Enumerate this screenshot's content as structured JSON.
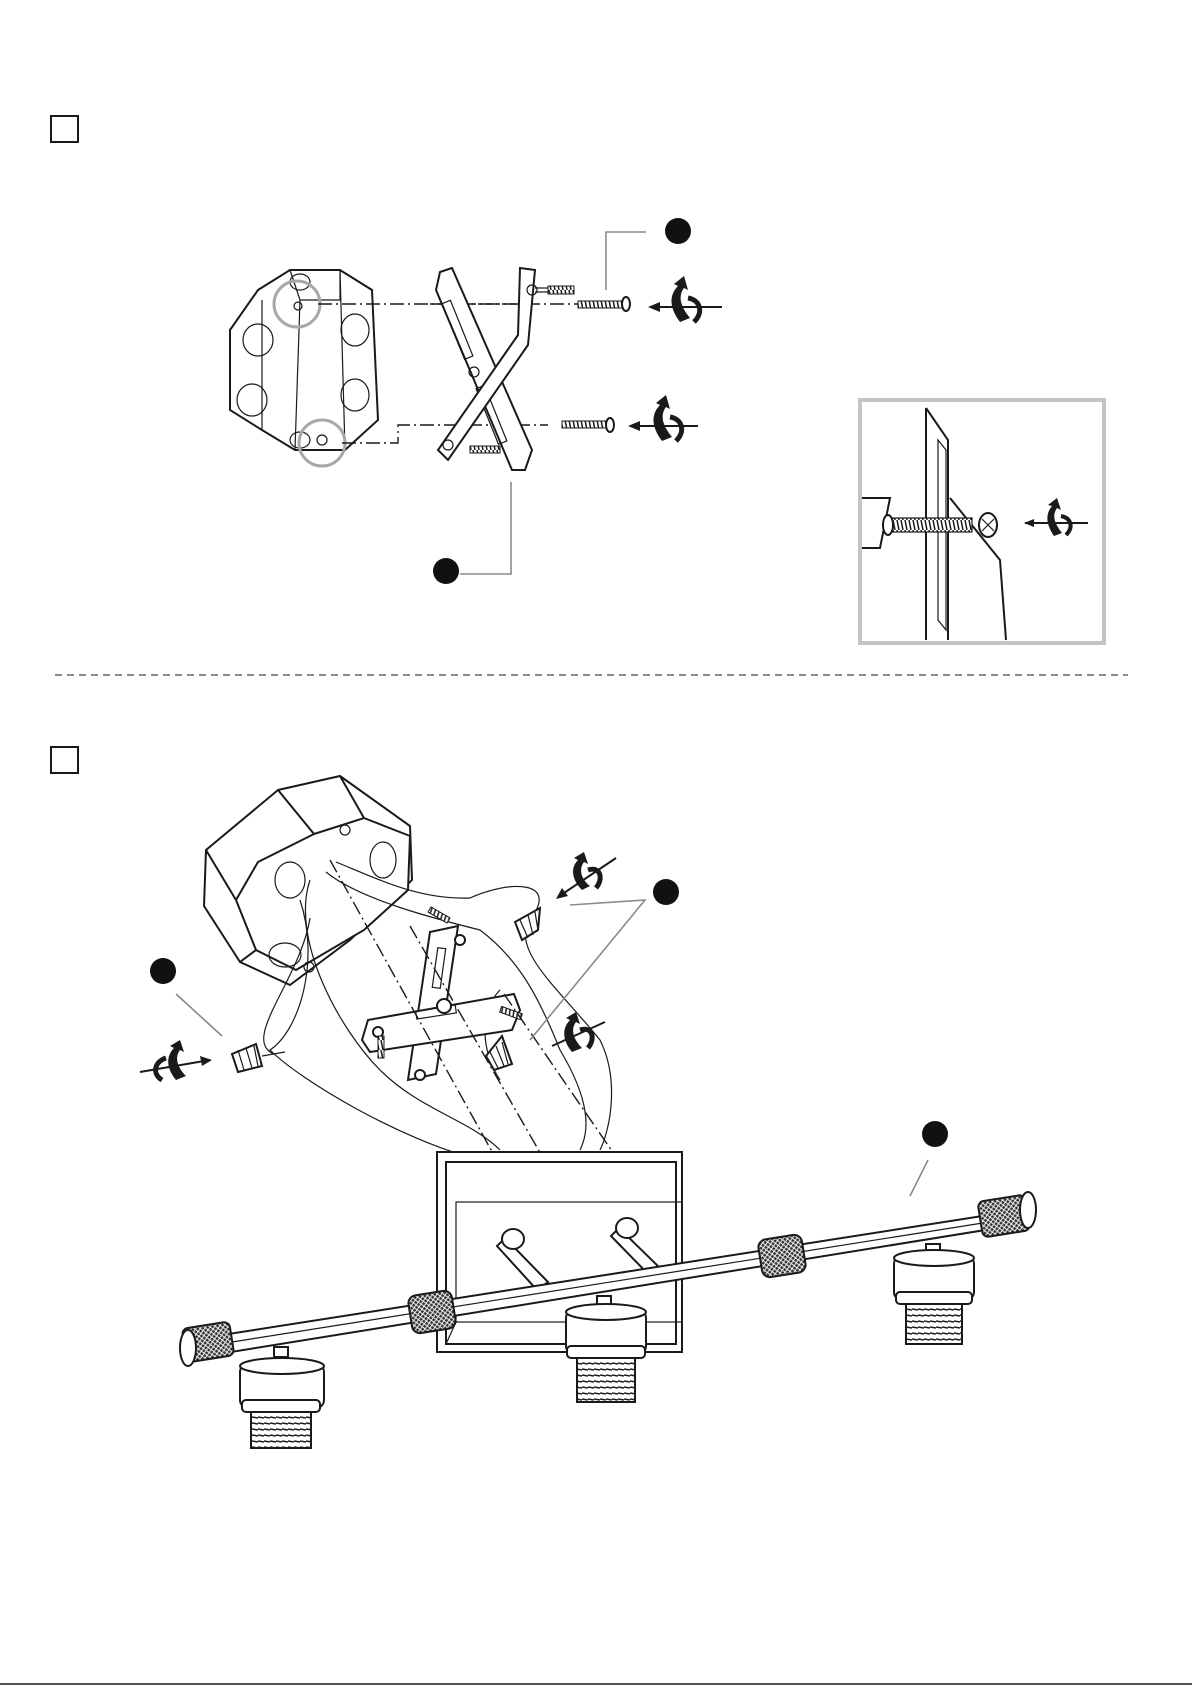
{
  "page": {
    "steps": [
      {
        "id": "step-a",
        "number": ""
      },
      {
        "id": "step-b",
        "number": ""
      }
    ],
    "callouts": [
      {
        "id": "callout-screws-top",
        "label": ""
      },
      {
        "id": "callout-mounting-strap",
        "label": ""
      },
      {
        "id": "callout-wire-nut-left",
        "label": ""
      },
      {
        "id": "callout-wire-nuts-right",
        "label": ""
      },
      {
        "id": "callout-fixture-bar",
        "label": ""
      }
    ],
    "icons": [
      "rotate-clockwise-arrow-icon",
      "insert-arrow-icon"
    ],
    "colors": {
      "line": "#1a1a1a",
      "callout_dot": "#111111",
      "highlight_circle": "#a8a8a8",
      "detail_frame": "#c4c4c4"
    }
  }
}
